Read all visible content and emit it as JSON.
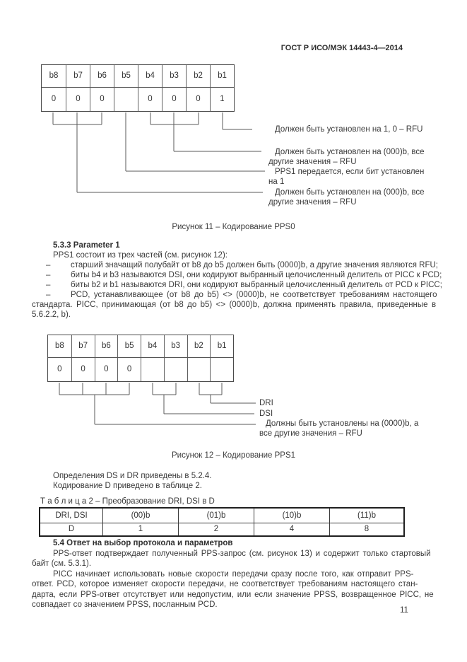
{
  "header": {
    "doc_number": "ГОСТ Р ИСО/МЭК 14443-4—2014"
  },
  "page": {
    "number": "11"
  },
  "fig11": {
    "bit_headers": [
      "b8",
      "b7",
      "b6",
      "b5",
      "b4",
      "b3",
      "b2",
      "b1"
    ],
    "bit_values": [
      "0",
      "0",
      "0",
      "",
      "0",
      "0",
      "0",
      "1"
    ],
    "annotations": {
      "a1": [
        "Должен быть установлен на 1, 0 – RFU"
      ],
      "a2": [
        "Должен быть установлен на (000)b, все",
        "другие значения – RFU"
      ],
      "a3": [
        "PPS1 передается, если бит установлен",
        "на 1"
      ],
      "a4": [
        "Должен быть установлен на (000)b, все",
        "другие значения – RFU"
      ]
    },
    "caption": "Рисунок 11 – Кодирование PPS0"
  },
  "section_533": {
    "heading": "5.3.3 Parameter 1",
    "intro": "PPS1 состоит из трех частей (см. рисунок 12):",
    "dash": "–",
    "items": [
      {
        "first": "старший значащий полубайт от b8 до b5 должен быть (0000)b, а другие значения являются RFU;",
        "rest": []
      },
      {
        "first": "биты b4 и b3 называются DSI, они кодируют выбранный целочисленный делитель от PICC к PCD;",
        "rest": []
      },
      {
        "first": "биты b2 и b1 называются DRI, они кодируют выбранный целочисленный делитель от PCD к PICC;",
        "rest": []
      },
      {
        "first": "PCD, устанавливающее (от b8 до b5) <> (0000)b, не соответствует требованиям настоящего",
        "rest": [
          "стандарта. PICC, принимающая (от b8 до b5) <> (0000)b, должна применять  правила, приведенные в",
          "5.6.2.2, b)."
        ]
      }
    ]
  },
  "fig12": {
    "bit_headers": [
      "b8",
      "b7",
      "b6",
      "b5",
      "b4",
      "b3",
      "b2",
      "b1"
    ],
    "bit_values": [
      "0",
      "0",
      "0",
      "0",
      "",
      "",
      "",
      ""
    ],
    "annotations": {
      "dri": "DRI",
      "dsi": "DSI",
      "rfu": [
        "Должны быть установлены на (0000)b, а",
        "все другие значения – RFU"
      ]
    },
    "caption": "Рисунок 12 – Кодирование PPS1"
  },
  "between": {
    "line1": "Определения DS и DR приведены в 5.2.4.",
    "line2": "Кодирование D приведено в таблице 2."
  },
  "table2": {
    "caption": "Т а б л и ц а  2 – Преобразование DRI, DSI в D",
    "header": [
      "DRI, DSI",
      "(00)b",
      "(01)b",
      "(10)b",
      "(11)b"
    ],
    "row": [
      "D",
      "1",
      "2",
      "4",
      "8"
    ]
  },
  "section_54": {
    "heading": "5.4 Ответ на выбор протокола и параметров",
    "p1": [
      "PPS-ответ подтверждает полученный PPS-запрос (см. рисунок 13) и содержит только стартовый",
      "байт (см. 5.3.1)."
    ],
    "p2": [
      "PICC начинает использовать новые скорости передачи сразу после того, как отправит PPS-",
      "ответ. PCD, которое изменяет скорости передачи, не соответствует требованиям настоящего стан-",
      "дарта, если PPS-ответ отсутствует или недопустим, или если значение PPSS, возвращенное PICC, не",
      "совпадает со значением PPSS, посланным PCD."
    ]
  }
}
